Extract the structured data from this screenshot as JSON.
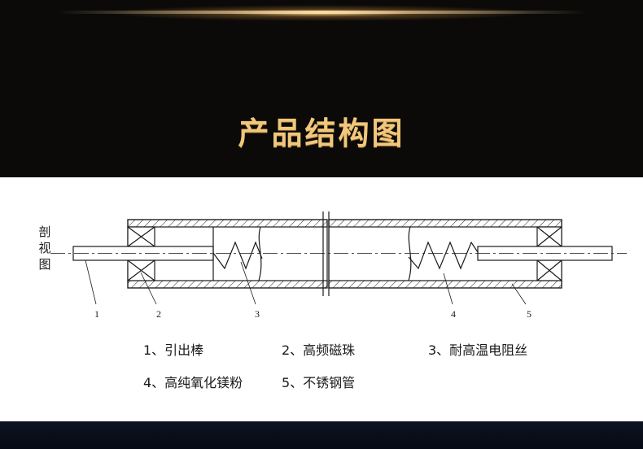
{
  "page_title": "产品结构图",
  "diagram": {
    "view_label": [
      "剖",
      "视",
      "图"
    ],
    "callouts": [
      "1",
      "2",
      "3",
      "4",
      "5"
    ]
  },
  "legend": [
    {
      "text": "1、引出棒"
    },
    {
      "text": "2、高频磁珠"
    },
    {
      "text": "3、耐高温电阻丝"
    },
    {
      "text": "4、高纯氧化镁粉"
    },
    {
      "text": "5、不锈钢管"
    }
  ],
  "colors": {
    "header_bg": "#0b0a09",
    "title": "#f0c77c",
    "line": "#1a1a1a",
    "footer_bg": "#0d1320"
  }
}
